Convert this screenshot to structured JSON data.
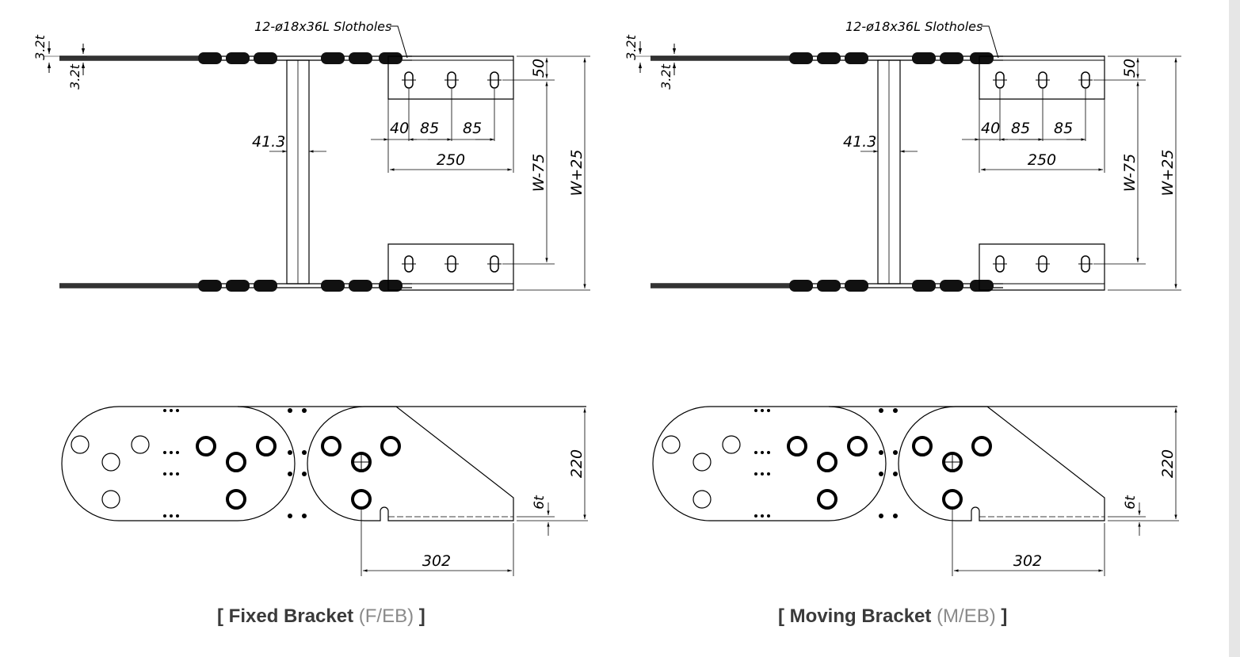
{
  "drawings": [
    {
      "id": "fixed",
      "callout": "12-ø18x36L Slotholes",
      "dims": {
        "t1": "3.2t",
        "t2": "3.2t",
        "d413": "41.3",
        "d40": "40",
        "d85a": "85",
        "d85b": "85",
        "d250": "250",
        "d50": "50",
        "dW75": "W-75",
        "dW25": "W+25",
        "d220": "220",
        "d6t": "6t",
        "d302": "302"
      },
      "caption": {
        "open": "[ ",
        "name": "Fixed Bracket",
        "code": "(F/EB)",
        "close": " ]"
      }
    },
    {
      "id": "moving",
      "callout": "12-ø18x36L Slotholes",
      "dims": {
        "t1": "3.2t",
        "t2": "3.2t",
        "d413": "41.3",
        "d40": "40",
        "d85a": "85",
        "d85b": "85",
        "d250": "250",
        "d50": "50",
        "dW75": "W-75",
        "dW25": "W+25",
        "d220": "220",
        "d6t": "6t",
        "d302": "302"
      },
      "caption": {
        "open": "[ ",
        "name": "Moving Bracket",
        "code": "(M/EB)",
        "close": " ]"
      }
    }
  ]
}
